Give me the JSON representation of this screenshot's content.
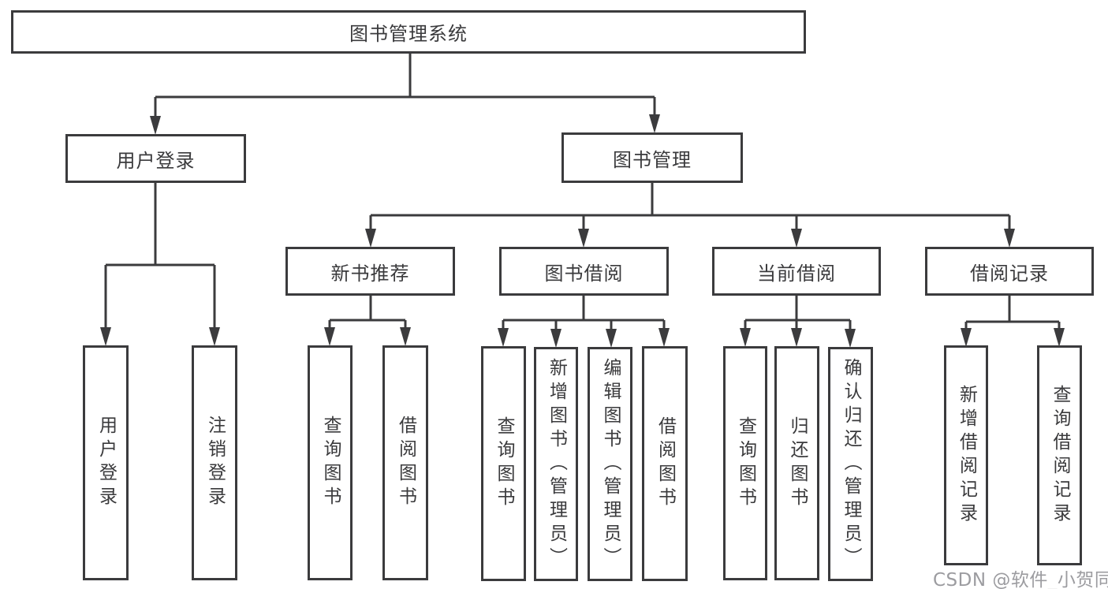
{
  "diagram": {
    "type": "tree-diagram",
    "title": "图书管理系统"
  },
  "colors": {
    "line": "#3b3b3d",
    "text": "#3a3a3c",
    "background": "#ffffff",
    "watermark_text": "#9c9ca0"
  },
  "watermark": {
    "text": "CSDN @软件_小贺同学"
  },
  "tree": {
    "label": "图书管理系统",
    "children": [
      {
        "label": "用户登录",
        "children": [
          {
            "label": "用户登录"
          },
          {
            "label": "注销登录"
          }
        ]
      },
      {
        "label": "图书管理",
        "children": [
          {
            "label": "新书推荐",
            "children": [
              {
                "label": "查询图书"
              },
              {
                "label": "借阅图书"
              }
            ]
          },
          {
            "label": "图书借阅",
            "children": [
              {
                "label": "查询图书"
              },
              {
                "label": "新增图书（管理员）"
              },
              {
                "label": "编辑图书（管理员）"
              },
              {
                "label": "借阅图书"
              }
            ]
          },
          {
            "label": "当前借阅",
            "children": [
              {
                "label": "查询图书"
              },
              {
                "label": "归还图书"
              },
              {
                "label": "确认归还（管理员）"
              }
            ]
          },
          {
            "label": "借阅记录",
            "children": [
              {
                "label": "新增借阅记录"
              },
              {
                "label": "查询借阅记录"
              }
            ]
          }
        ]
      }
    ]
  }
}
